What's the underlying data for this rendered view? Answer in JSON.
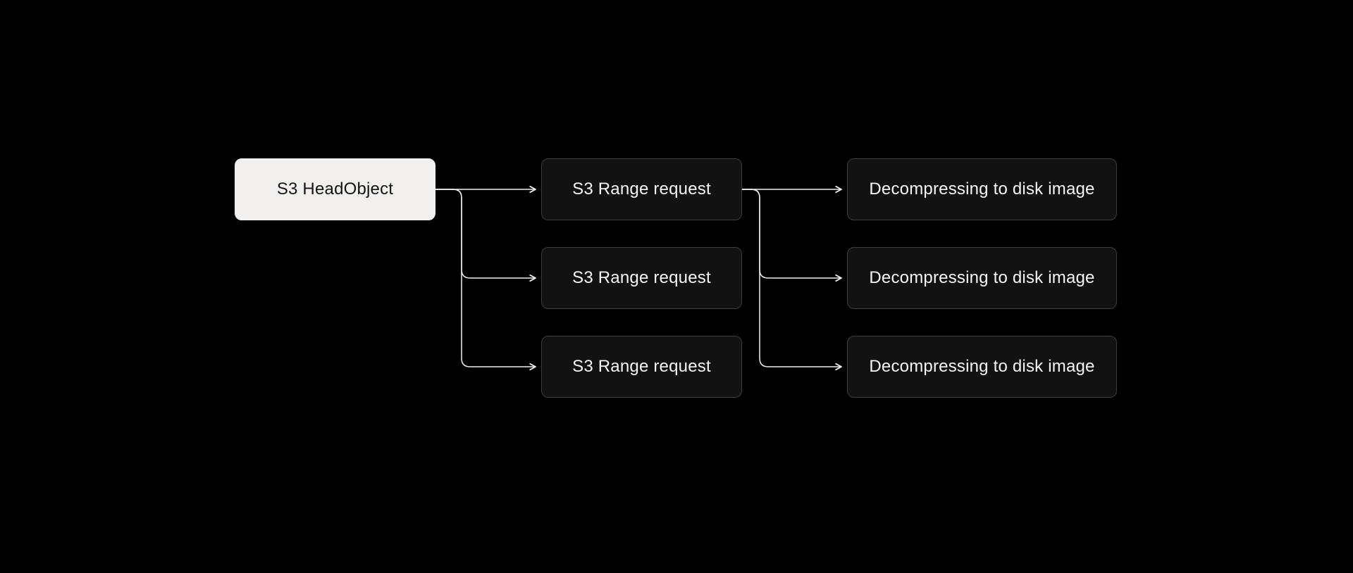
{
  "diagram": {
    "nodes": [
      {
        "id": "s3-headobject",
        "label": "S3 HeadObject",
        "style": "light"
      },
      {
        "id": "s3-range-request-1",
        "label": "S3 Range request",
        "style": "dark"
      },
      {
        "id": "s3-range-request-2",
        "label": "S3 Range request",
        "style": "dark"
      },
      {
        "id": "s3-range-request-3",
        "label": "S3 Range request",
        "style": "dark"
      },
      {
        "id": "decompressing-1",
        "label": "Decompressing to disk image",
        "style": "dark"
      },
      {
        "id": "decompressing-2",
        "label": "Decompressing to disk image",
        "style": "dark"
      },
      {
        "id": "decompressing-3",
        "label": "Decompressing to disk image",
        "style": "dark"
      }
    ],
    "edges": [
      {
        "from": "s3-headobject",
        "to": "s3-range-request-1"
      },
      {
        "from": "s3-headobject",
        "to": "s3-range-request-2"
      },
      {
        "from": "s3-headobject",
        "to": "s3-range-request-3"
      },
      {
        "from": "s3-range-request-1",
        "to": "decompressing-1"
      },
      {
        "from": "s3-range-request-1",
        "to": "decompressing-2"
      },
      {
        "from": "s3-range-request-1",
        "to": "decompressing-3"
      }
    ],
    "colors": {
      "background": "#000000",
      "source_node_bg": "#f1f0ee",
      "source_node_text": "#141414",
      "node_bg": "#121212",
      "node_border": "#3d3d3d",
      "node_text": "#f5f5f5",
      "connector": "#f0f0f0"
    }
  }
}
